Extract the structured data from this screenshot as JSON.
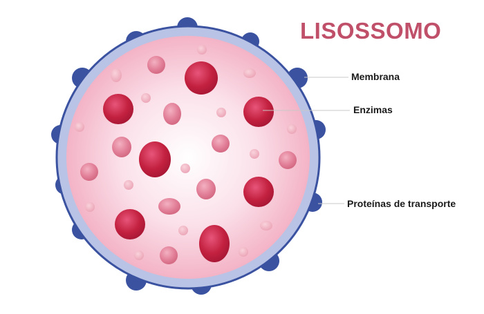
{
  "title": "LISOSSOMO",
  "labels": {
    "membrane": "Membrana",
    "enzymes": "Enzimas",
    "transport_proteins": "Proteínas de transporte"
  },
  "colors": {
    "title": "#c0506a",
    "membrane_outer": "#3a52a0",
    "membrane_inner": "#b9c3e6",
    "lumen_center": "#ffffff",
    "lumen_edge": "#f4b9cc",
    "enzyme_dark": "#c0213f",
    "enzyme_light": "#e48aa0",
    "transport_protein": "#3a52a0",
    "leader_line": "#c8c8c8"
  }
}
